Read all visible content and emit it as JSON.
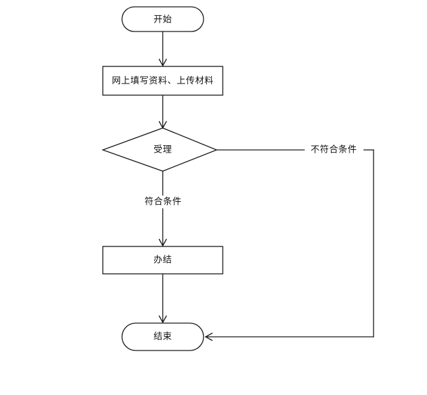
{
  "diagram": {
    "type": "flowchart",
    "orientation": "top-to-bottom",
    "background_color": "#ffffff",
    "stroke_color": "#1a1a1a",
    "text_color": "#111111",
    "nodes": [
      {
        "id": "start",
        "shape": "terminator",
        "label": "开始"
      },
      {
        "id": "fill-form",
        "shape": "process",
        "label": "网上填写资料、上传材料"
      },
      {
        "id": "accept",
        "shape": "decision",
        "label": "受理"
      },
      {
        "id": "complete",
        "shape": "process",
        "label": "办结"
      },
      {
        "id": "end",
        "shape": "terminator",
        "label": "结束"
      }
    ],
    "edges": [
      {
        "id": "start-to-fill-form",
        "from": "start",
        "to": "fill-form",
        "label": ""
      },
      {
        "id": "fill-form-to-accept",
        "from": "fill-form",
        "to": "accept",
        "label": ""
      },
      {
        "id": "accept-yes-to-complete",
        "from": "accept",
        "to": "complete",
        "label": "符合条件"
      },
      {
        "id": "accept-no-to-end",
        "from": "accept",
        "to": "end",
        "label": "不符合条件"
      },
      {
        "id": "complete-to-end",
        "from": "complete",
        "to": "end",
        "label": ""
      }
    ]
  }
}
